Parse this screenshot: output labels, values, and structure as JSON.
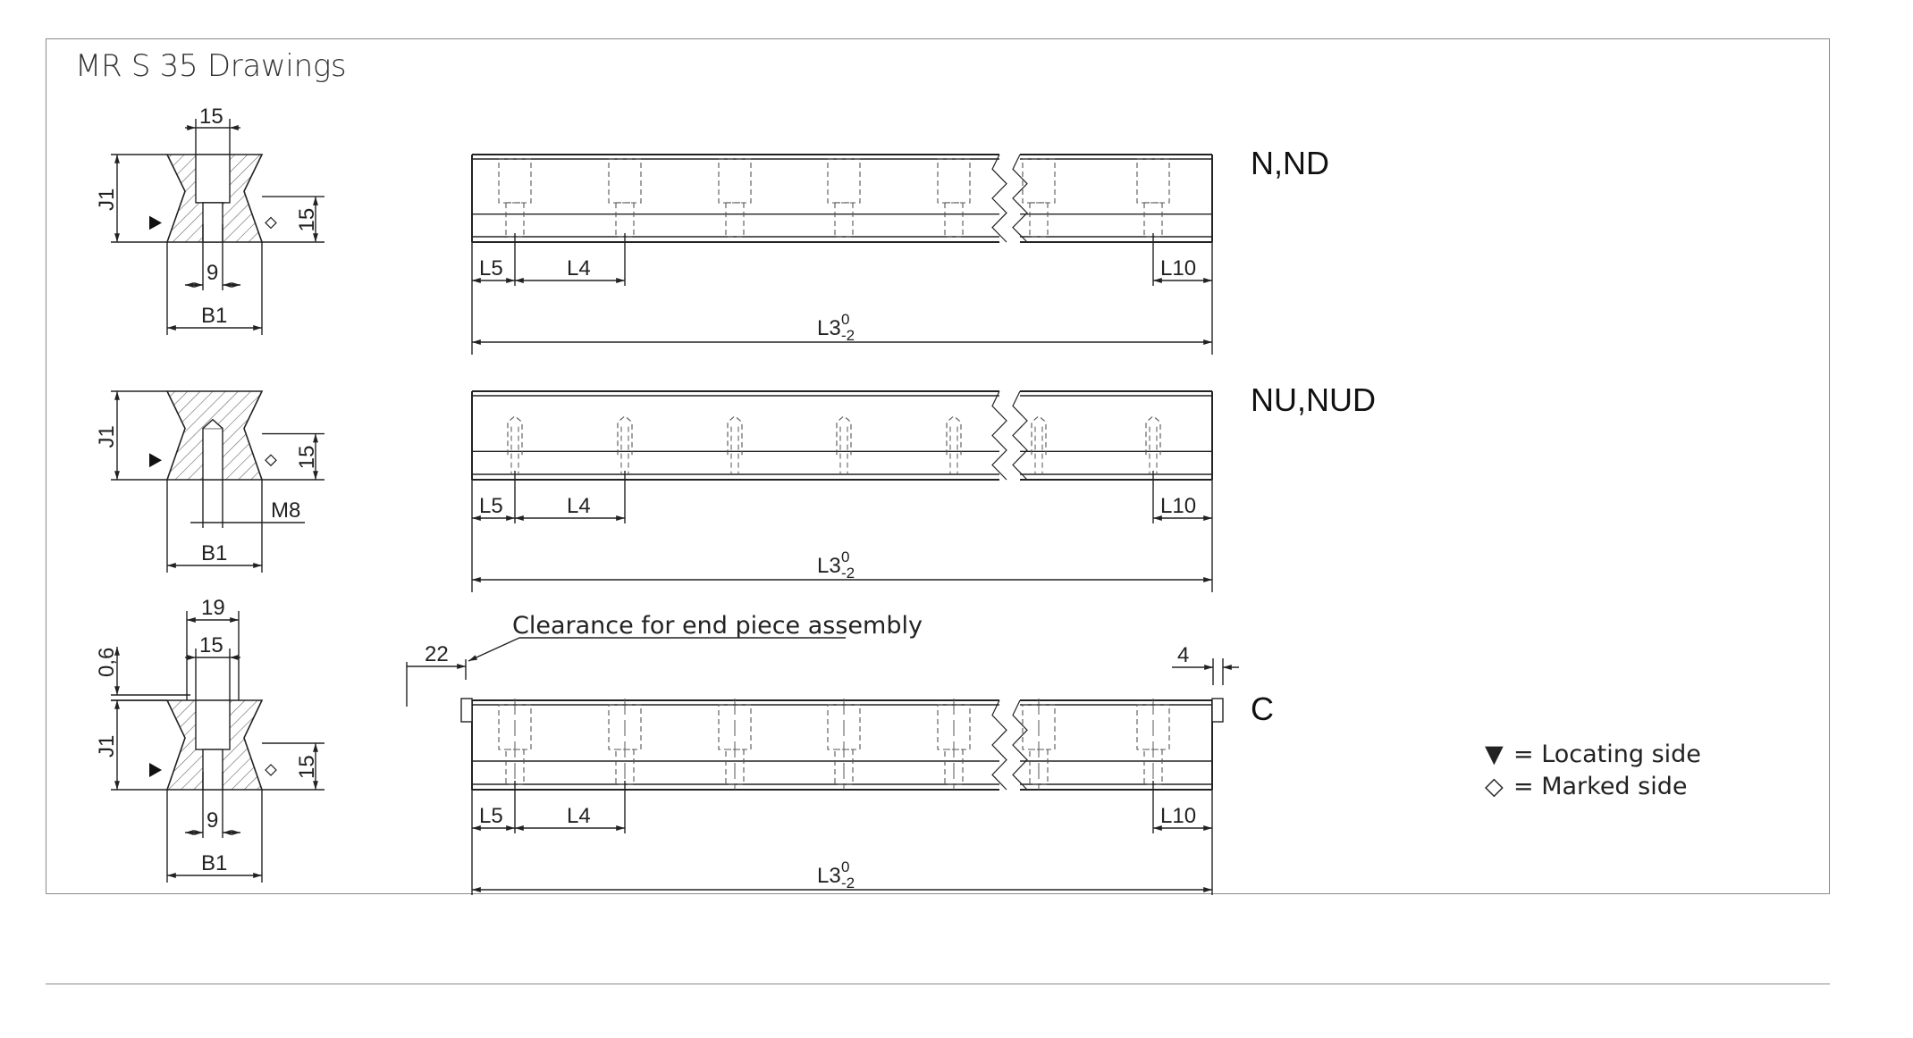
{
  "title": "MR S 35 Drawings",
  "profiles": [
    {
      "label": "N,ND",
      "top_width": "15",
      "height": "J1",
      "mid_height": "15",
      "hole": "9",
      "width": "B1",
      "l5": "L5",
      "l4": "L4",
      "l10": "L10",
      "l3": "L3",
      "l3_sup": "0",
      "l3_sub": "-2"
    },
    {
      "label": "NU,NUD",
      "height": "J1",
      "mid_height": "15",
      "thread": "M8",
      "width": "B1",
      "l5": "L5",
      "l4": "L4",
      "l10": "L10",
      "l3": "L3",
      "l3_sup": "0",
      "l3_sub": "-2"
    },
    {
      "label": "C",
      "top_outer": "19",
      "top_width": "15",
      "recess": "0,6",
      "height": "J1",
      "mid_height": "15",
      "hole": "9",
      "width": "B1",
      "l5": "L5",
      "l4": "L4",
      "l10": "L10",
      "l3": "L3",
      "l3_sup": "0",
      "l3_sub": "-2",
      "left_clearance": "22",
      "right_clearance": "4",
      "note": "Clearance for end piece assembly"
    }
  ],
  "legend": [
    {
      "symbol": "▼",
      "text": "= Locating side",
      "icon": "filled-triangle-icon"
    },
    {
      "symbol": "◇",
      "text": "= Marked side",
      "icon": "diamond-icon"
    }
  ],
  "colors": {
    "line": "#222222",
    "hatch": "#555555",
    "border": "#8a8a8a"
  }
}
